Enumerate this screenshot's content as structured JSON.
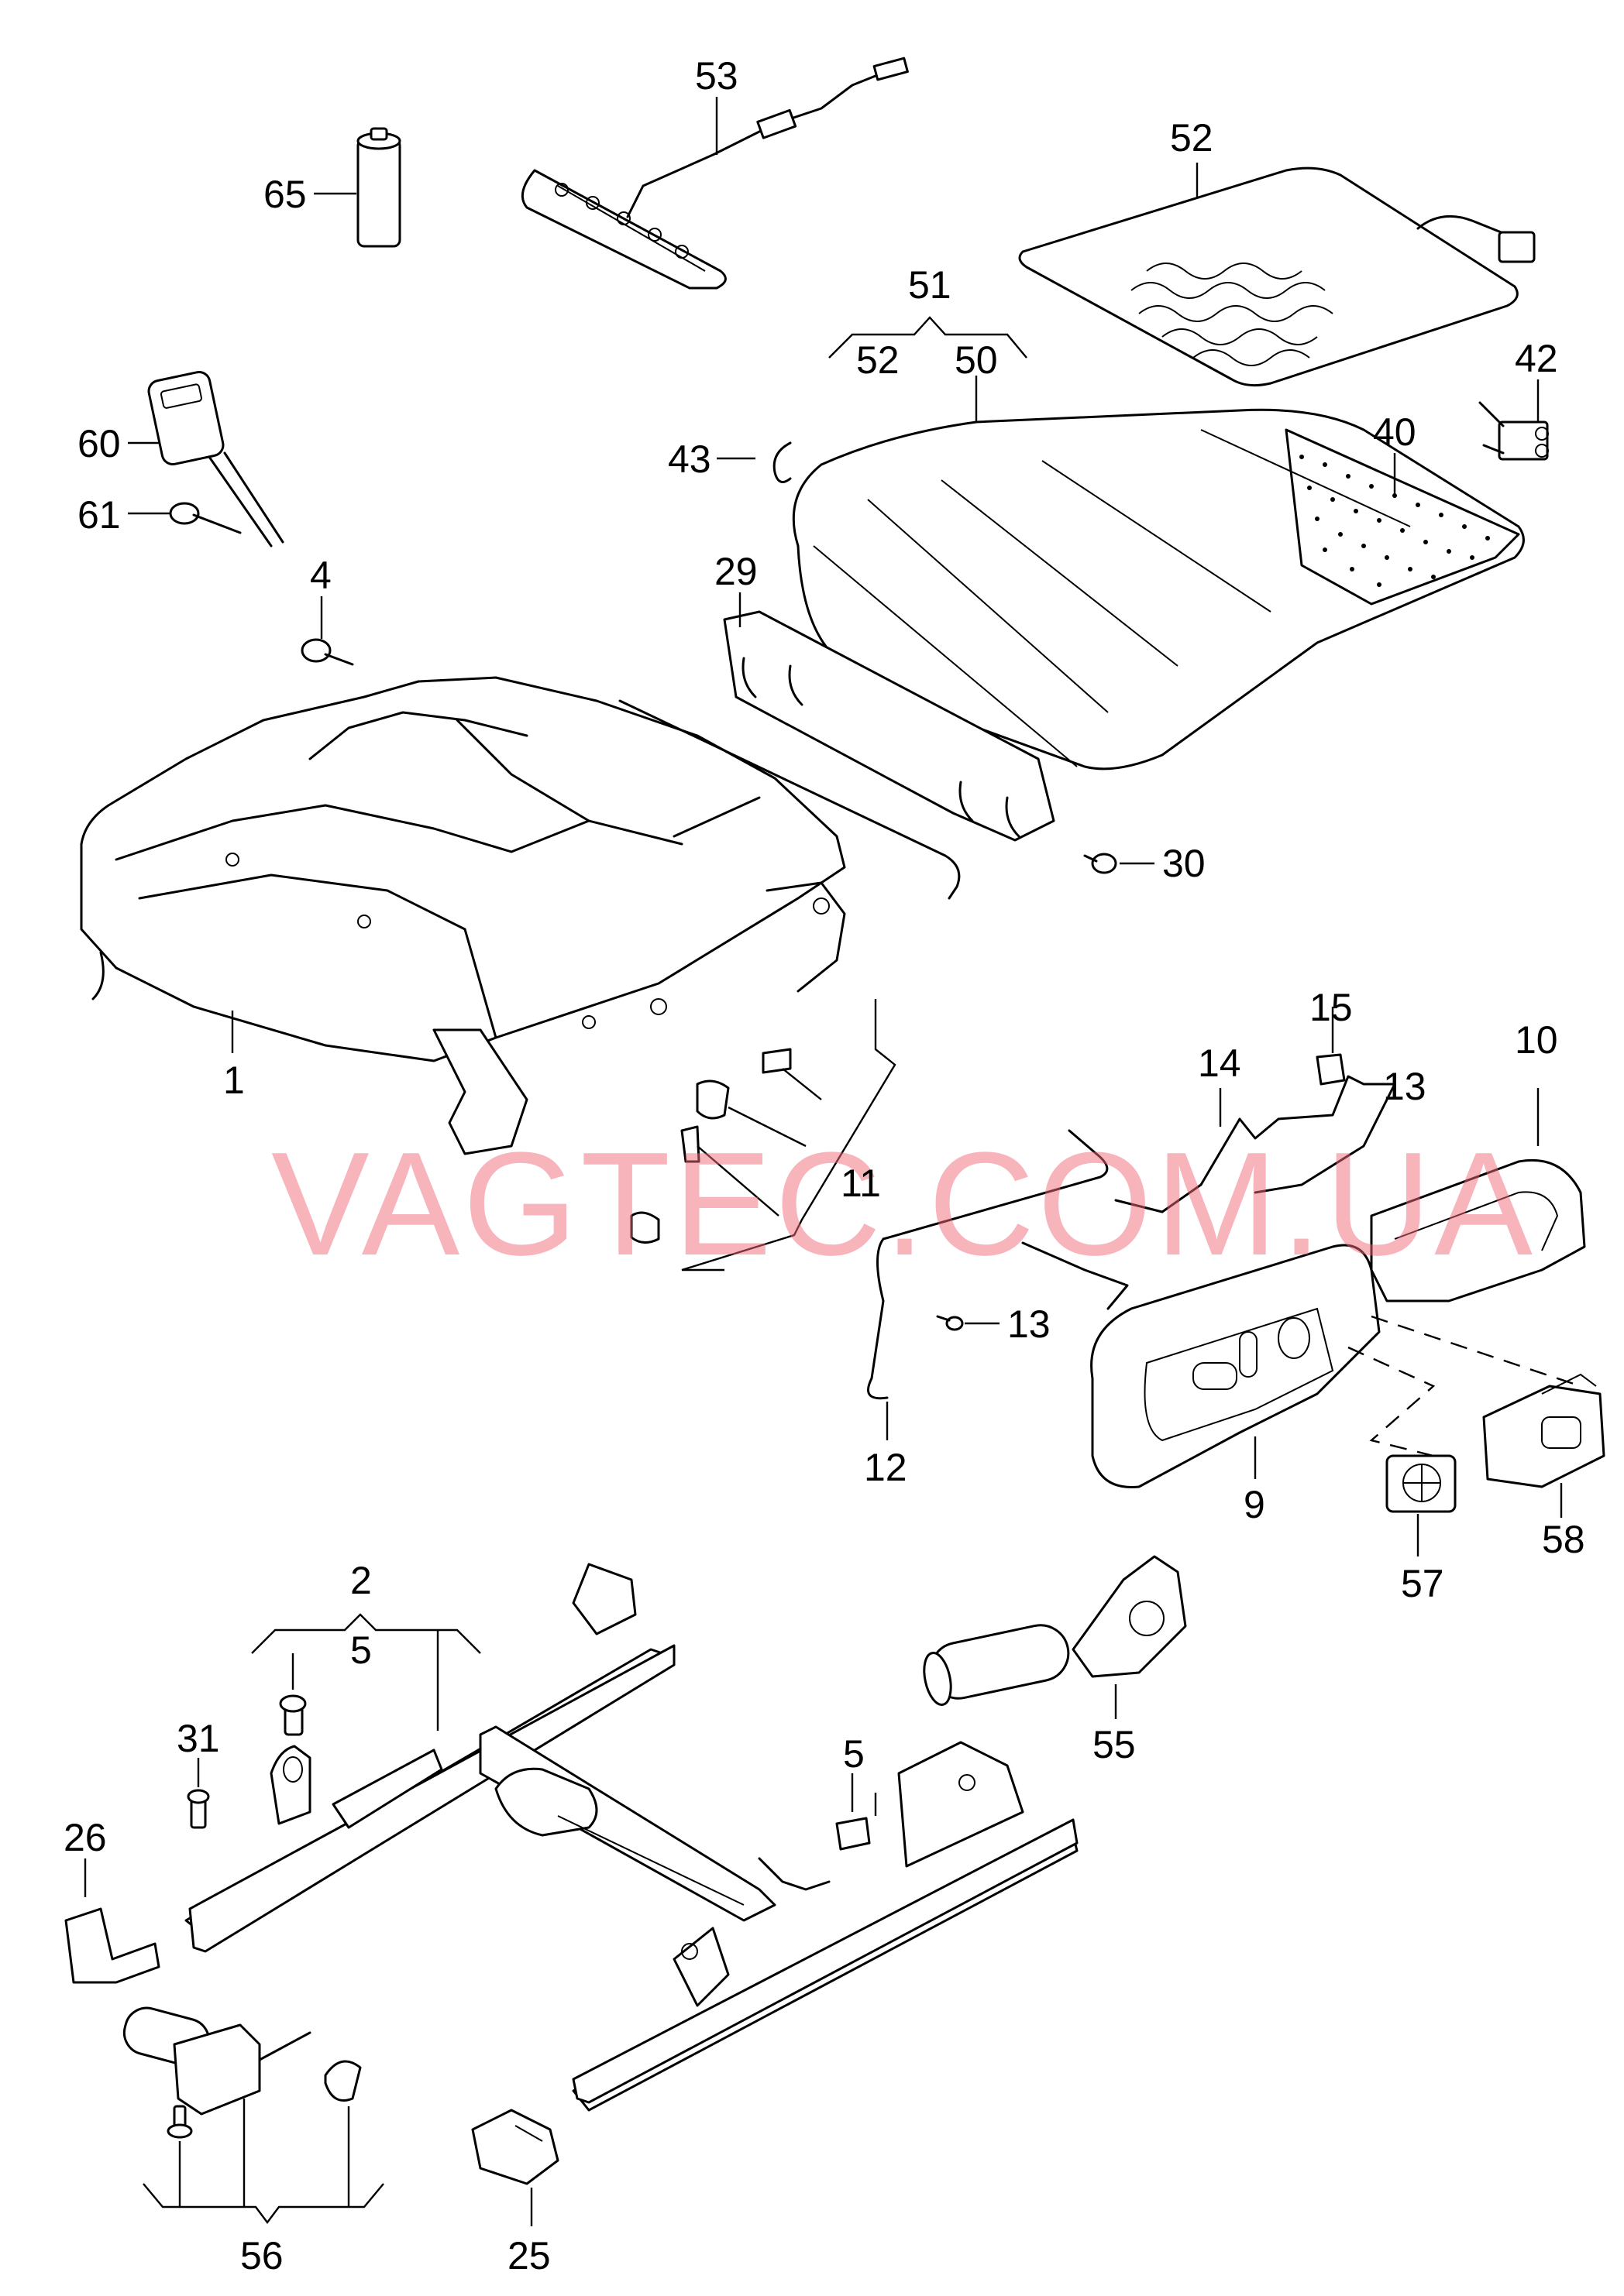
{
  "watermark": "VAGTEC.COM.UA",
  "callouts": {
    "c1": "1",
    "c2": "2",
    "c4": "4",
    "c5a": "5",
    "c5b": "5",
    "c9": "9",
    "c10": "10",
    "c11": "11",
    "c12": "12",
    "c13a": "13",
    "c13b": "13",
    "c14": "14",
    "c15": "15",
    "c25": "25",
    "c26": "26",
    "c29": "29",
    "c30": "30",
    "c31": "31",
    "c40": "40",
    "c42": "42",
    "c43": "43",
    "c50": "50",
    "c51": "51",
    "c52a": "52",
    "c52b": "52",
    "c53": "53",
    "c55": "55",
    "c56": "56",
    "c57": "57",
    "c58": "58",
    "c60": "60",
    "c61": "61",
    "c65": "65"
  }
}
